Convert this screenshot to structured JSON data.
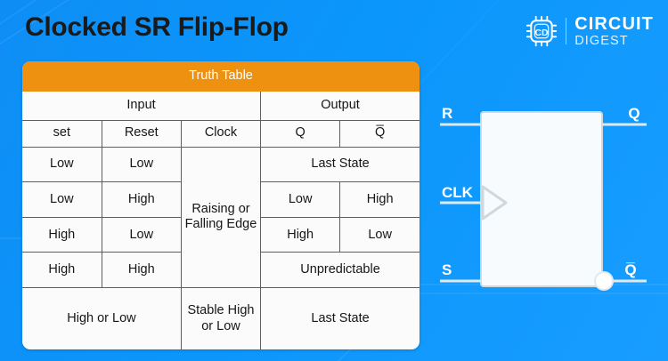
{
  "page": {
    "title": "Clocked SR Flip-Flop",
    "background_color": "#0b93f6",
    "accent_color": "#ee9110"
  },
  "logo": {
    "icon": "chip-icon",
    "monogram": "CD",
    "line1": "CIRCUIT",
    "line2": "DIGEST"
  },
  "truth_table": {
    "banner": "Truth Table",
    "groups": {
      "input": "Input",
      "output": "Output"
    },
    "columns": {
      "set": "set",
      "reset": "Reset",
      "clock": "Clock",
      "q": "Q",
      "qbar": "Q̅"
    },
    "clock_merged": "Raising  or\nFalling Edge",
    "clock_merged_line1": "Raising  or",
    "clock_merged_line2": "Falling Edge",
    "rows": [
      {
        "set": "Low",
        "reset": "Low",
        "q": "Last State",
        "qbar": "",
        "merged_output": true
      },
      {
        "set": "Low",
        "reset": "High",
        "q": "Low",
        "qbar": "High",
        "merged_output": false
      },
      {
        "set": "High",
        "reset": "Low",
        "q": "High",
        "qbar": "Low",
        "merged_output": false
      },
      {
        "set": "High",
        "reset": "High",
        "q": "Unpredictable",
        "qbar": "",
        "merged_output": true
      }
    ],
    "last_row": {
      "input": "High or Low",
      "clock_line1": "Stable High",
      "clock_line2": "or Low",
      "output": "Last State"
    }
  },
  "diagram": {
    "name": "sr-flip-flop-symbol",
    "inputs": {
      "r": "R",
      "clk": "CLK",
      "s": "S"
    },
    "outputs": {
      "q": "Q",
      "qbar": "Q̅"
    },
    "clock_marker": "triangle",
    "inversion_bubble": true
  }
}
